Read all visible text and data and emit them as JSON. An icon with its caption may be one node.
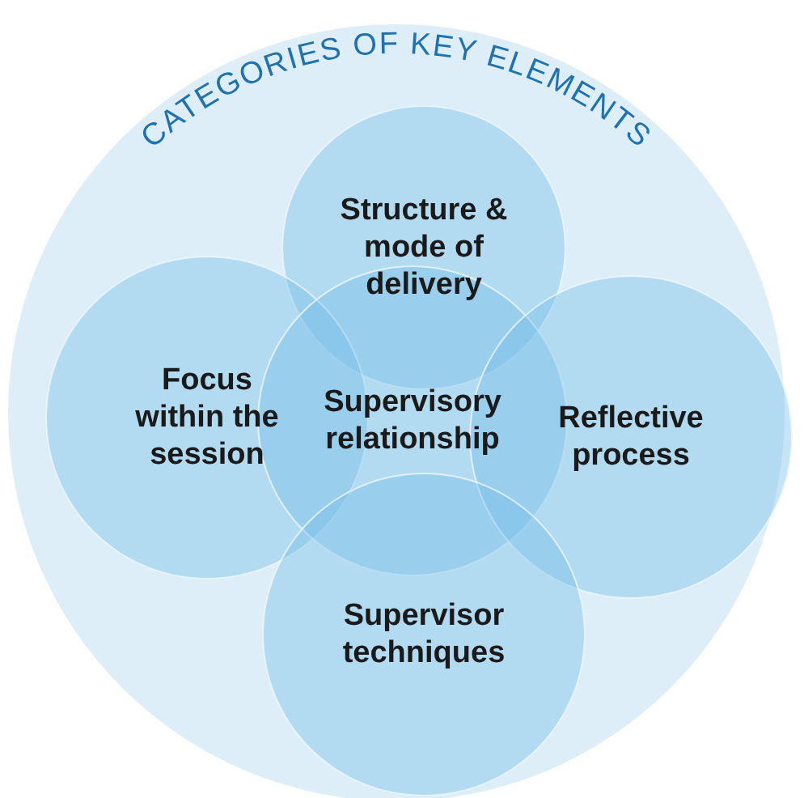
{
  "diagram": {
    "nodes": [
      {
        "text": [
          "CATEGORIES OF KEY ELEMENTS"
        ]
      },
      {
        "text": [
          "Structure & mode of delivery"
        ],
        "in": 0
      },
      {
        "text": [
          "Focus within the session"
        ],
        "in": 0
      },
      {
        "text": [
          "Supervisory relationship"
        ],
        "in": 0
      },
      {
        "text": [
          "Reflective process"
        ],
        "in": 0
      },
      {
        "text": [
          "Supervisor techniques"
        ],
        "in": 0
      }
    ]
  }
}
